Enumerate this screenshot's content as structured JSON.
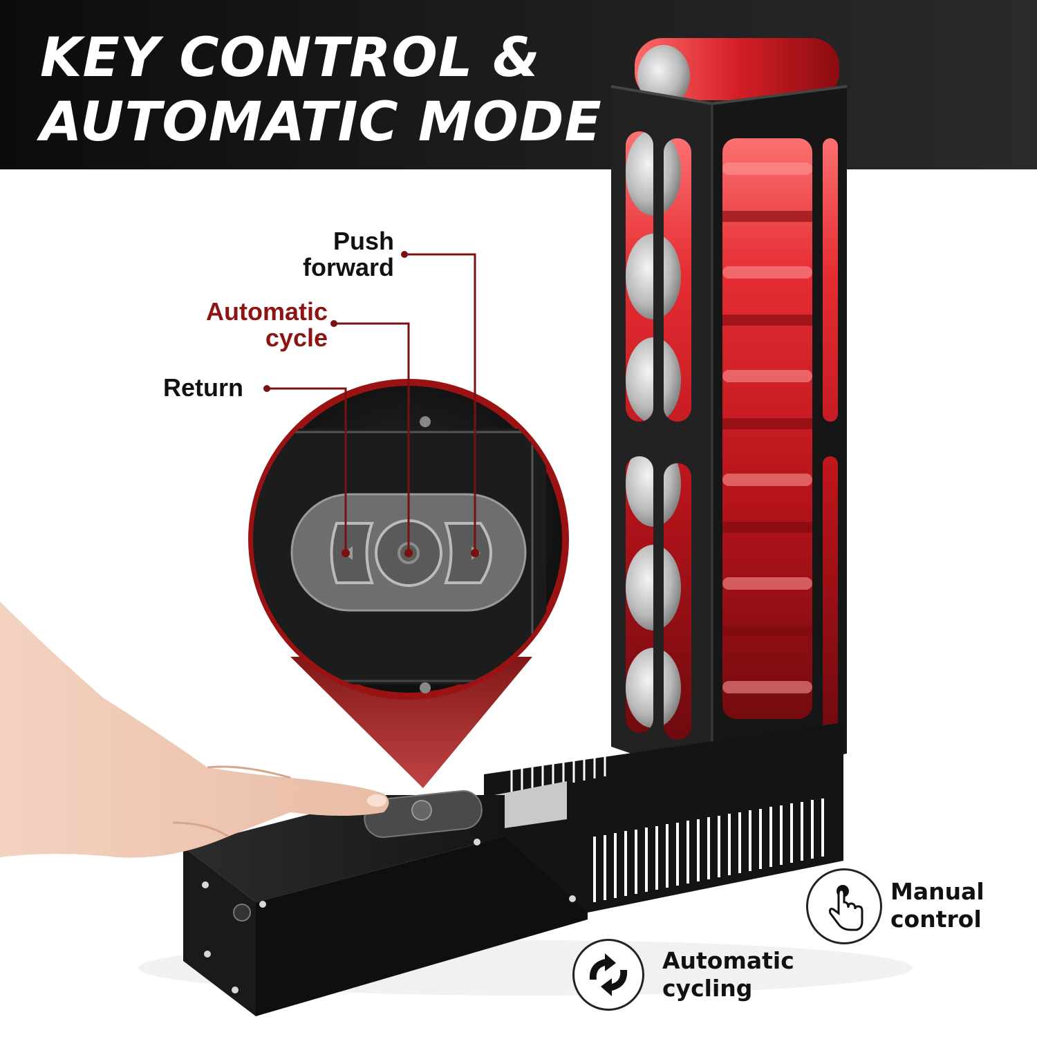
{
  "header": {
    "title_line1": "KEY CONTROL &",
    "title_line2": "AUTOMATIC MODE"
  },
  "callouts": {
    "push_line1": "Push",
    "push_line2": "forward",
    "auto_line1": "Automatic",
    "auto_line2": "cycle",
    "return": "Return"
  },
  "features": {
    "manual_line1": "Manual",
    "manual_line2": "control",
    "manual_icon": "hand-pointer-icon",
    "auto_line1": "Automatic",
    "auto_line2": "cycling",
    "auto_icon": "cycle-arrows-icon"
  },
  "colors": {
    "accent_red": "#8e1414",
    "can_red": "#d4242a",
    "frame_black": "#1a1a1a",
    "header_bg": "#111111"
  }
}
